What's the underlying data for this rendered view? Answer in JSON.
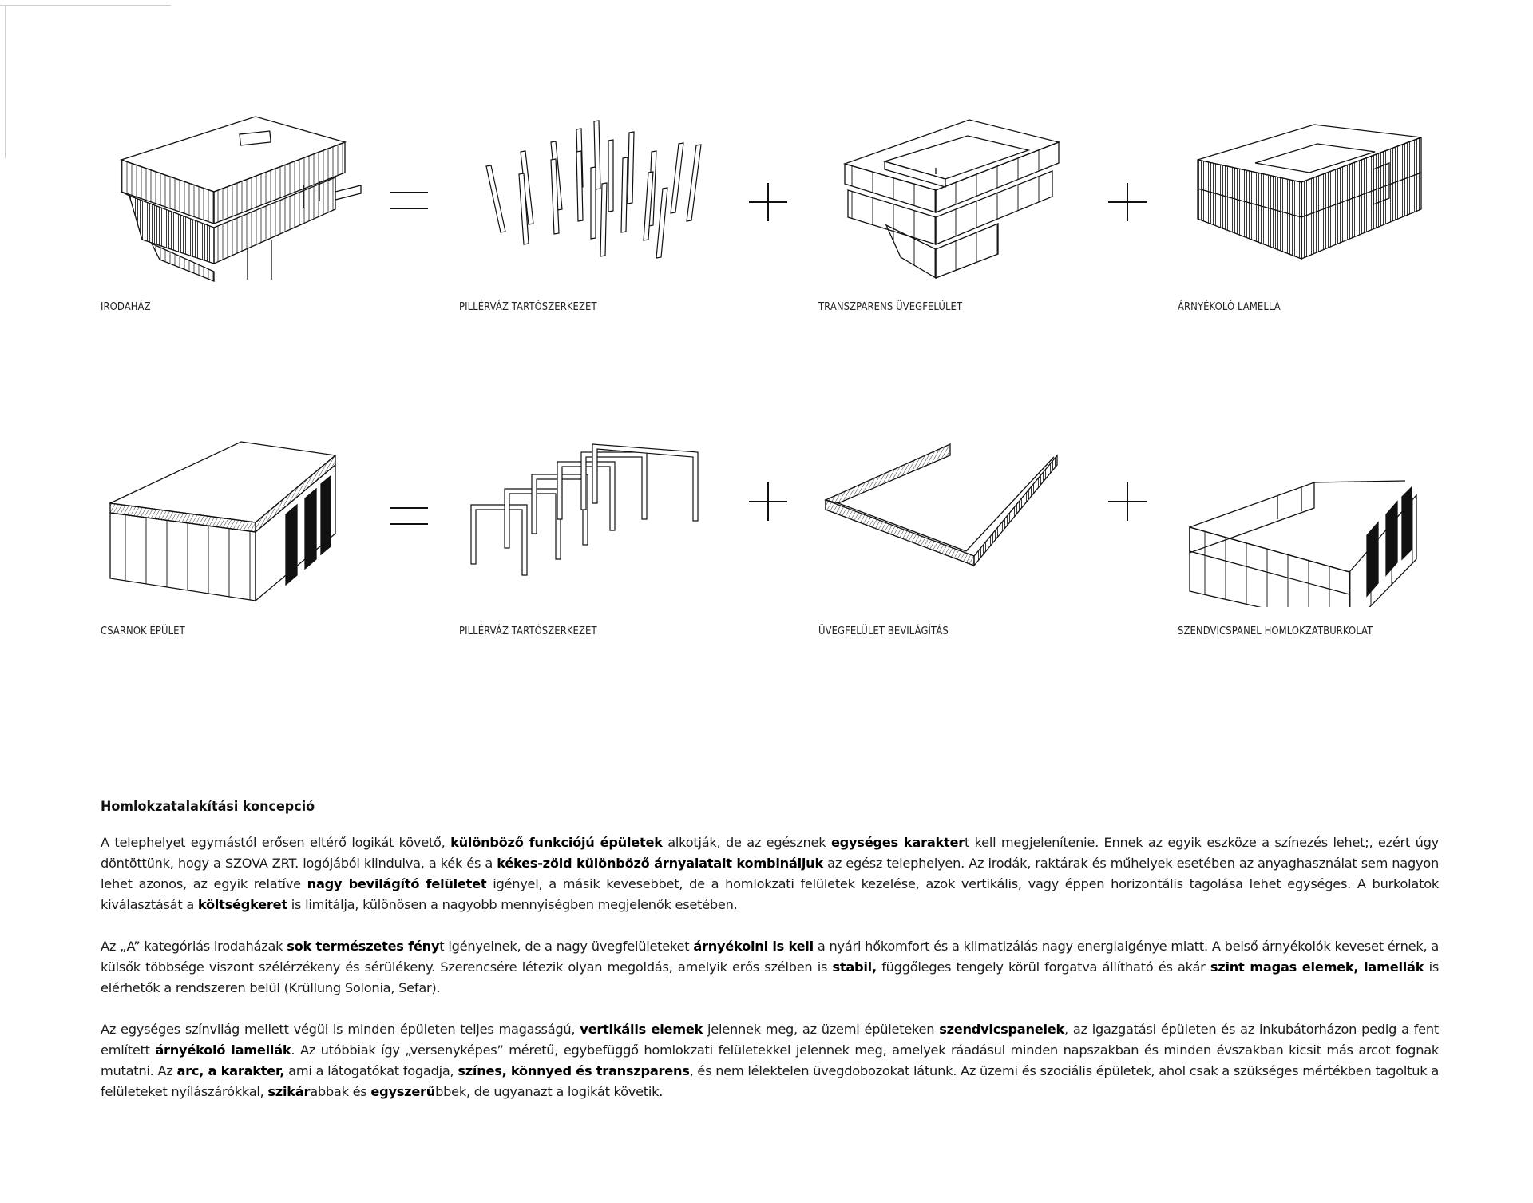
{
  "diagram": {
    "row1": {
      "labels": [
        "IRODAHÁZ",
        "PILLÉRVÁZ TARTÓSZERKEZET",
        "TRANSZPARENS ÜVEGFELÜLET",
        "ÁRNYÉKOLÓ LAMELLA"
      ],
      "operators": [
        "=",
        "+",
        "+"
      ]
    },
    "row2": {
      "labels": [
        "CSARNOK ÉPÜLET",
        "PILLÉRVÁZ TARTÓSZERKEZET",
        "ÜVEGFELÜLET BEVILÁGÍTÁS",
        "SZENDVICSPANEL HOMLOKZATBURKOLAT"
      ],
      "operators": [
        "=",
        "+",
        "+"
      ]
    }
  },
  "text": {
    "heading": "Homlokzatalakítási koncepció",
    "paragraphs": [
      [
        {
          "t": "A telephelyet egymástól erősen eltérő logikát követő, "
        },
        {
          "t": "különböző funkciójú épületek",
          "b": true
        },
        {
          "t": " alkotják, de az egésznek "
        },
        {
          "t": "egységes karakter",
          "b": true
        },
        {
          "t": "t kell megjelenítenie. Ennek az egyik eszköze a színezés lehet;, ezért úgy döntöttünk, hogy a SZOVA ZRT. logójából kiindulva, a kék és a "
        },
        {
          "t": "kékes-zöld különböző árnyalatait kombináljuk",
          "b": true
        },
        {
          "t": " az egész telephelyen. Az irodák, raktárak és műhelyek esetében az anyaghasználat sem nagyon lehet azonos, az egyik relatíve "
        },
        {
          "t": "nagy bevilágító felületet",
          "b": true
        },
        {
          "t": " igényel, a másik kevesebbet, de a homlokzati felületek kezelése, azok vertikális, vagy éppen horizontális tagolása lehet egységes. A burkolatok kiválasztását a "
        },
        {
          "t": "költségkeret",
          "b": true
        },
        {
          "t": " is limitálja, különösen a nagyobb mennyiségben megjelenők esetében."
        }
      ],
      [
        {
          "t": "Az „A” kategóriás  irodaházak "
        },
        {
          "t": "sok természetes fény",
          "b": true
        },
        {
          "t": "t igényelnek, de a nagy üvegfelületeket "
        },
        {
          "t": "árnyékolni is kell",
          "b": true
        },
        {
          "t": " a nyári hőkomfort és a klimatizálás nagy energiaigénye miatt. A belső árnyékolók keveset érnek, a külsők többsége viszont szélérzékeny és sérülékeny. Szerencsére létezik olyan megoldás, amelyik erős szélben is "
        },
        {
          "t": "stabil,",
          "b": true
        },
        {
          "t": " függőleges tengely körül forgatva állítható és akár "
        },
        {
          "t": "szint magas elemek, lamellák",
          "b": true
        },
        {
          "t": " is elérhetők a rendszeren belül (Krüllung Solonia, Sefar)."
        }
      ],
      [
        {
          "t": "Az egységes színvilág mellett végül is minden épületen teljes magasságú, "
        },
        {
          "t": "vertikális elemek",
          "b": true
        },
        {
          "t": " jelennek meg, az üzemi épületeken "
        },
        {
          "t": "szendvicspanelek",
          "b": true
        },
        {
          "t": ", az igazgatási épületen és az inkubátorházon pedig a fent említett "
        },
        {
          "t": "árnyékoló lamellák",
          "b": true
        },
        {
          "t": ". Az utóbbiak így „versenyképes” méretű, egybefüggő homlokzati felületekkel jelennek meg, amelyek ráadásul minden napszakban és minden évszakban kicsit más arcot fognak mutatni. Az "
        },
        {
          "t": "arc, a karakter,",
          "b": true
        },
        {
          "t": " ami a látogatókat fogadja, "
        },
        {
          "t": "színes, könnyed és transzparens",
          "b": true
        },
        {
          "t": ", és nem lélektelen üvegdobozokat látunk. Az üzemi és szociális épületek, ahol csak a szükséges mértékben tagoltuk a felületeket nyílászárókkal, "
        },
        {
          "t": "szikár",
          "b": true
        },
        {
          "t": "abbak és "
        },
        {
          "t": "egyszerű",
          "b": true
        },
        {
          "t": "bbek, de ugyanazt a logikát követik."
        }
      ]
    ]
  }
}
